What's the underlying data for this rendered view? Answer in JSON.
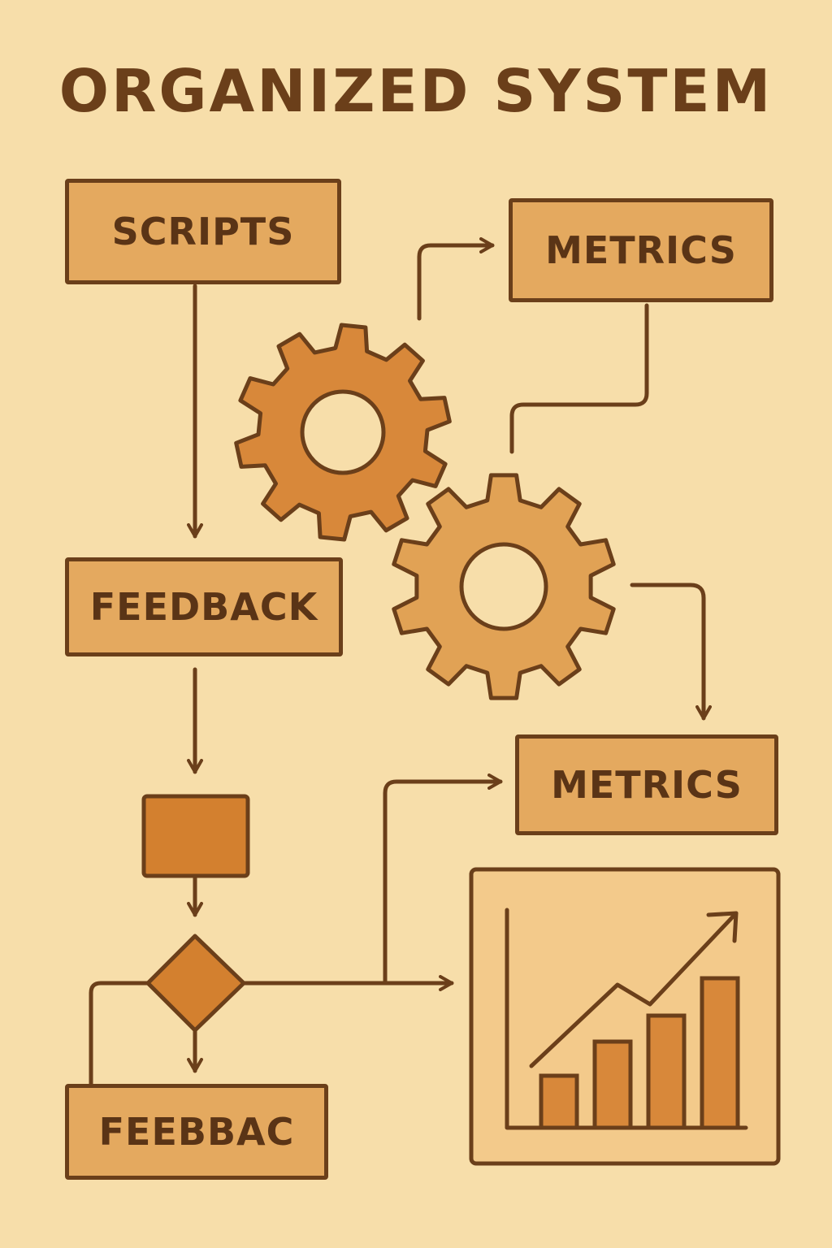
{
  "title": "ORGANIZED SYSTEM",
  "boxes": {
    "scripts": "SCRIPTS",
    "metrics_top": "METRICS",
    "feedback": "FEEDBACK",
    "metrics_bottom": "METRICS",
    "feedback_bottom": "FEEBBAC"
  },
  "icons": [
    "gear-icon",
    "gear-icon",
    "bar-chart-trend-icon"
  ],
  "colors": {
    "background": "#f7deaa",
    "outline": "#6b3f1a",
    "box_fill": "#e4a95f",
    "gear_dark": "#d8883a",
    "gear_light": "#e1a255",
    "shape_fill": "#d3802f"
  }
}
